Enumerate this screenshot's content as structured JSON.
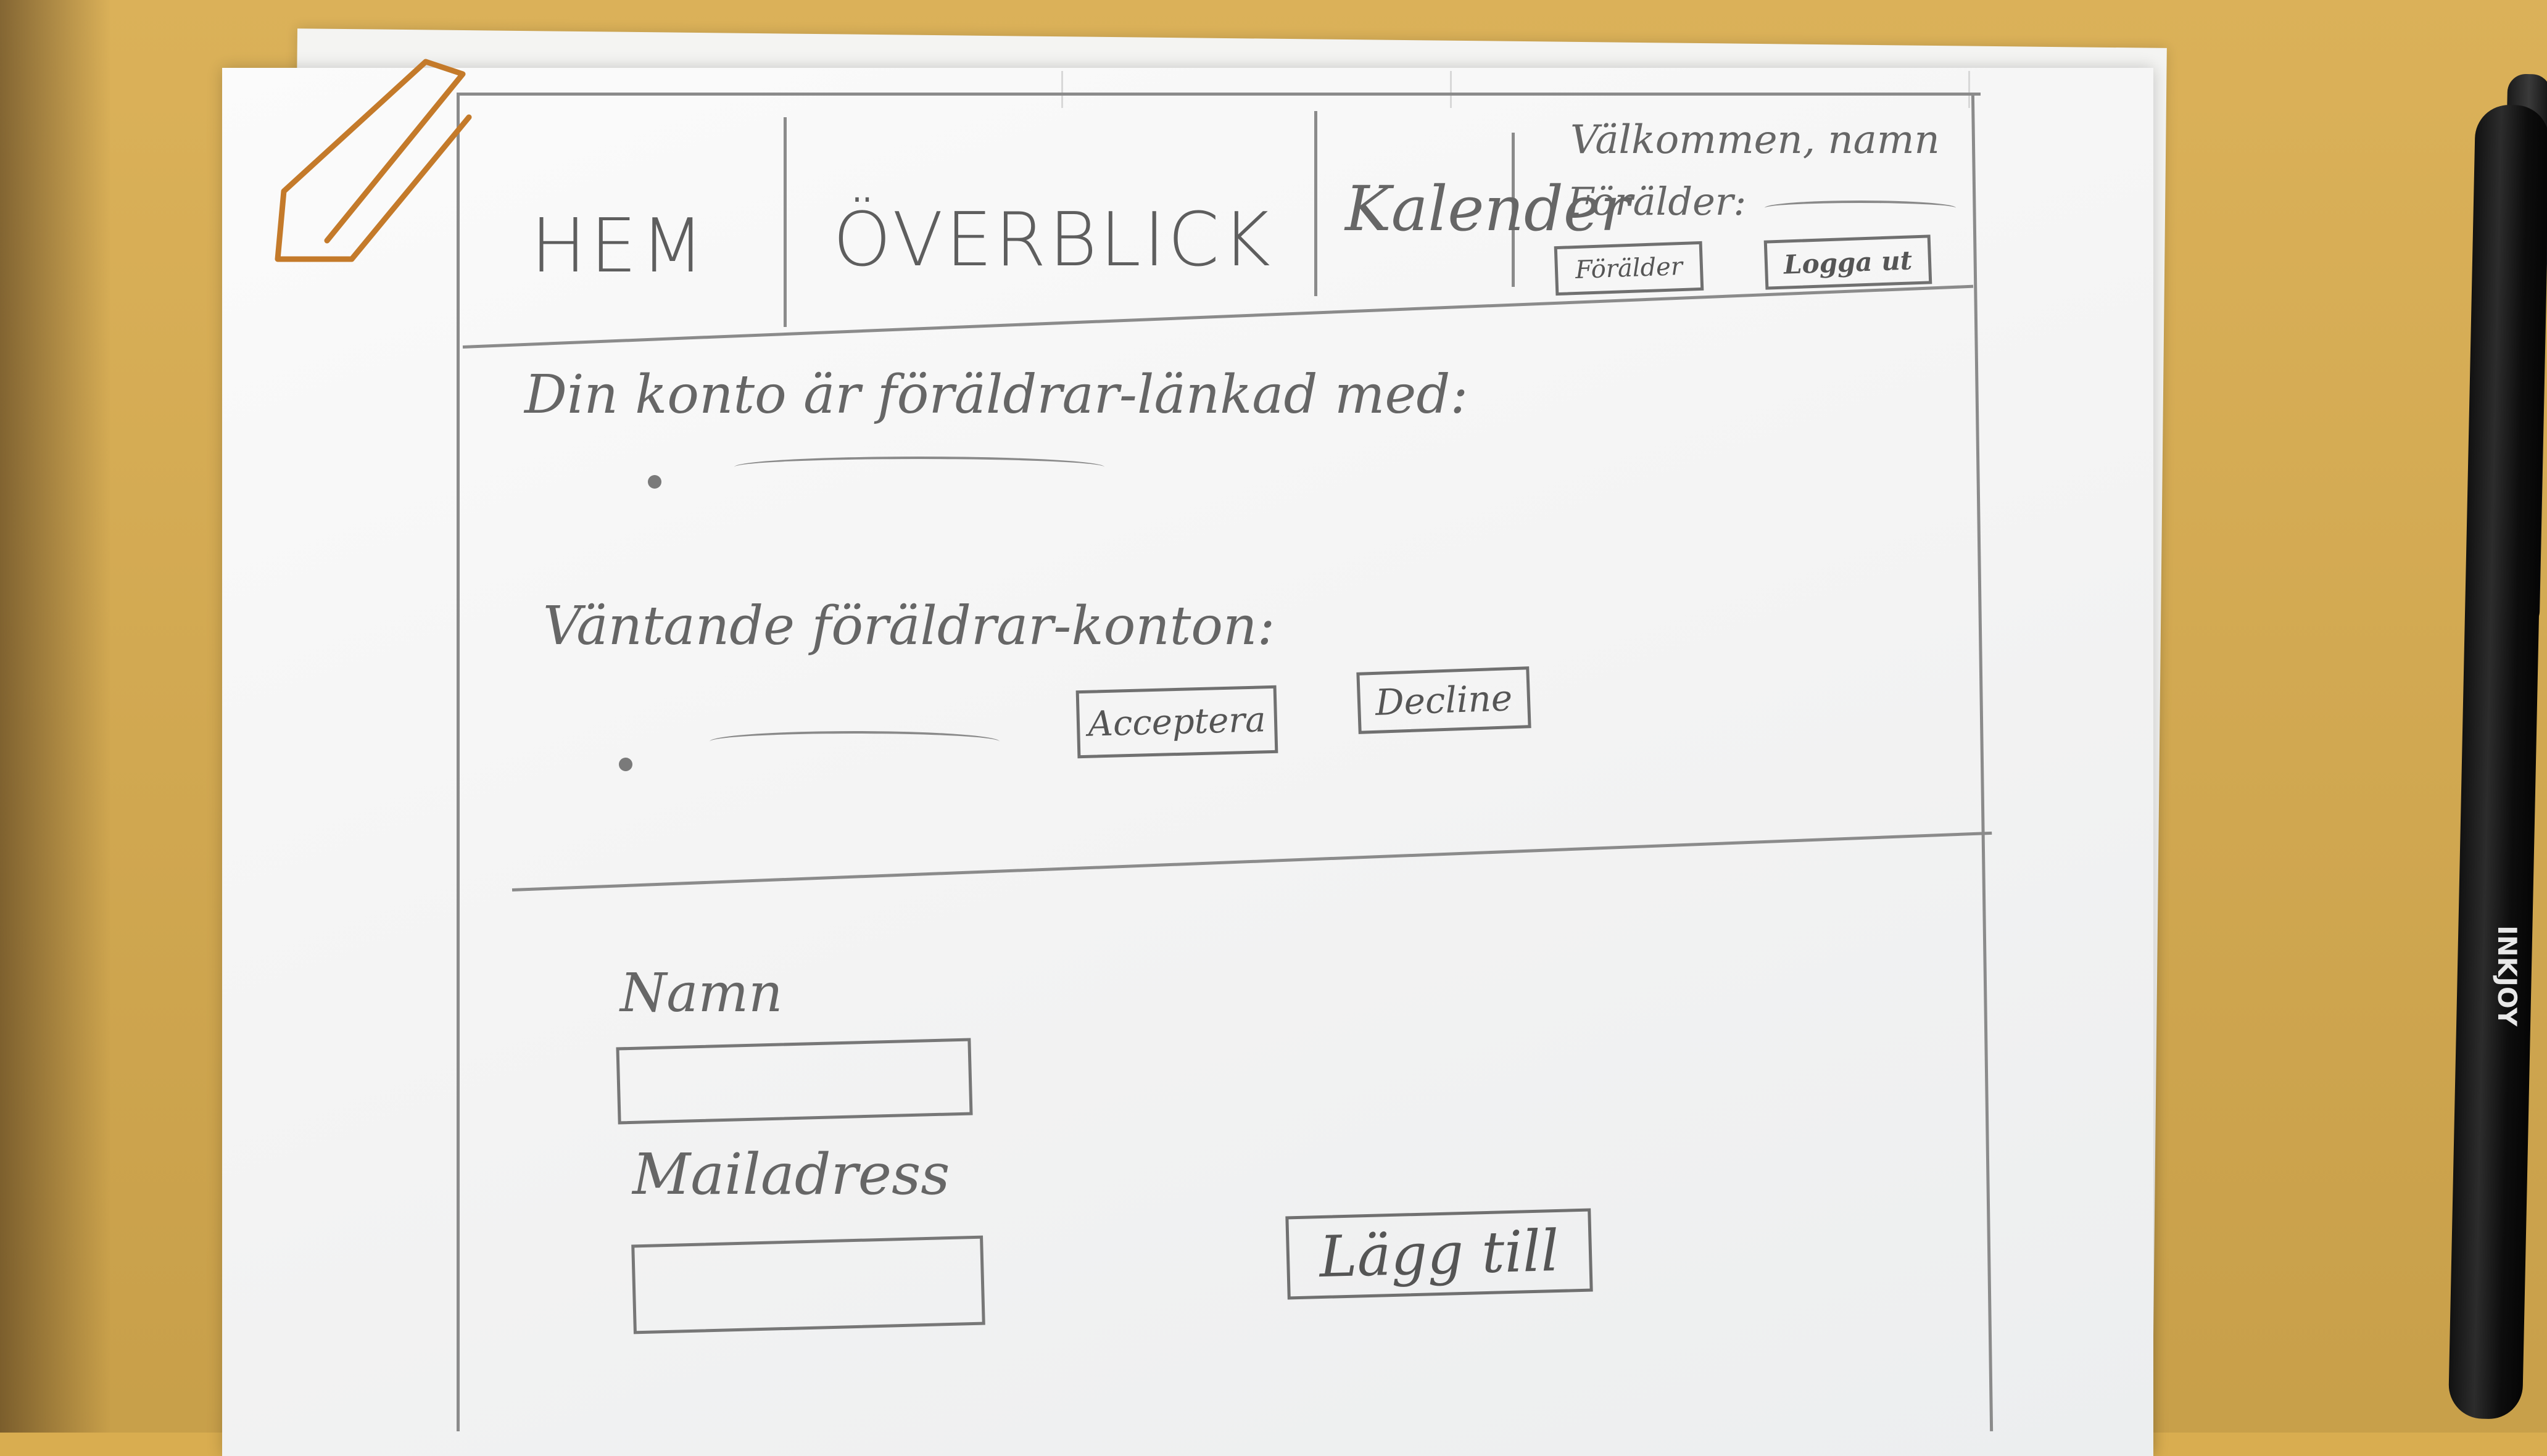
{
  "nav": {
    "home": "HEM",
    "overview": "ÖVERBLICK",
    "calendar": "Kalender",
    "welcome": "Välkommen, namn",
    "parent_label": "Förälder:",
    "parent_button": "Förälder",
    "logout_button": "Logga ut"
  },
  "linked": {
    "heading": "Din konto är föräldrar-länkad med:"
  },
  "pending": {
    "heading": "Väntande föräldrar-konton:",
    "accept_button": "Acceptera",
    "decline_button": "Decline"
  },
  "form": {
    "name_label": "Namn",
    "email_label": "Mailadress",
    "add_button": "Lägg till"
  },
  "pen": {
    "brand": "INKJOY"
  }
}
